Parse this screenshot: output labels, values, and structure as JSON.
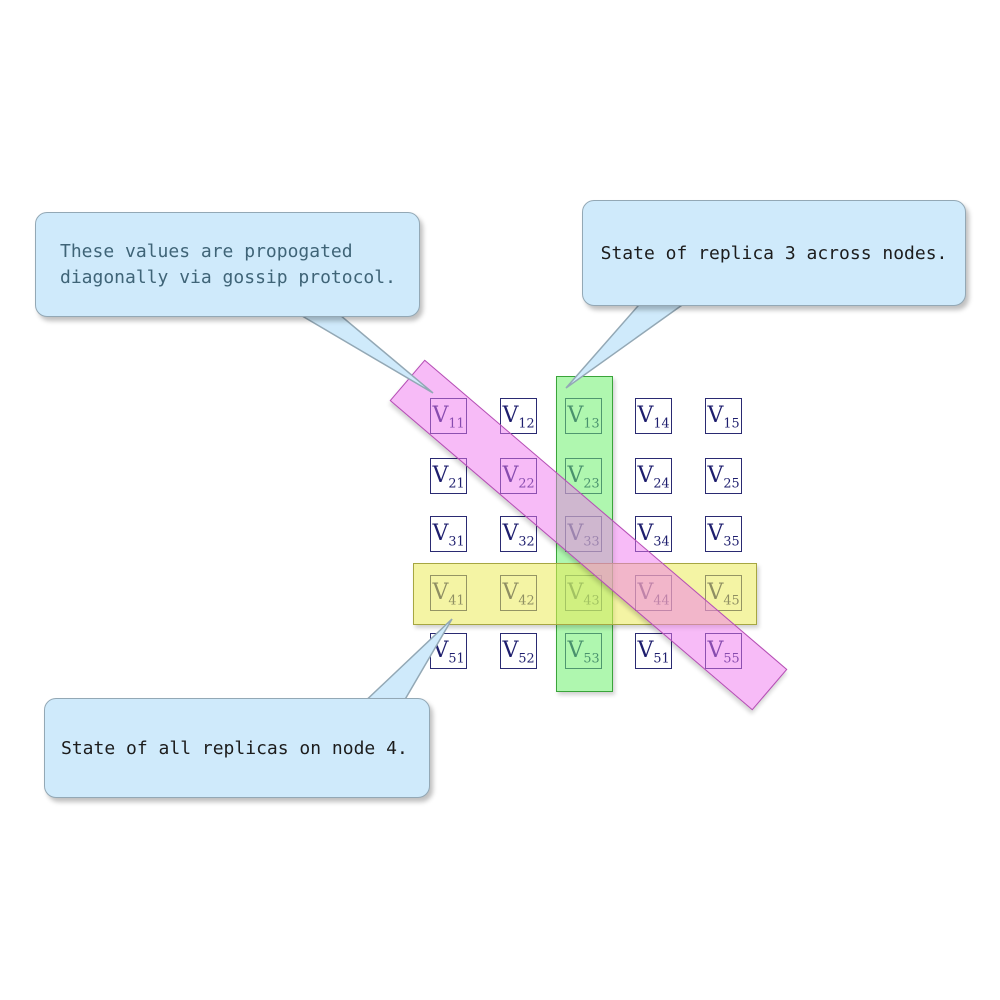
{
  "matrix": {
    "base": "V",
    "rows": 5,
    "cols": 5,
    "subscripts": [
      "11",
      "12",
      "13",
      "14",
      "15",
      "21",
      "22",
      "23",
      "24",
      "25",
      "31",
      "32",
      "33",
      "34",
      "35",
      "41",
      "42",
      "43",
      "44",
      "45",
      "51",
      "52",
      "53",
      "51",
      "55"
    ]
  },
  "callouts": {
    "gossip": {
      "lines": [
        "These values are propogated",
        "diagonally via gossip protocol."
      ]
    },
    "replica3": {
      "text": "State of replica 3 across nodes."
    },
    "node4": {
      "text": "State of all replicas on node 4."
    }
  },
  "highlights": {
    "replica-column": {
      "color": "#90EE90"
    },
    "node-row": {
      "color": "#E8E868"
    },
    "gossip-diagonal": {
      "color": "#EE82EE"
    }
  },
  "colors": {
    "callout-fill": "#cfeafb",
    "callout-border": "#93a8b5",
    "callout-text": "#3f6477",
    "annotation-text": "#1c1c1c",
    "cell-border": "#2a2a72",
    "cell-text": "#1e1e6e",
    "green-fill": "rgba(110,240,110,0.55)",
    "green-border": "#3aa43a",
    "yellow-fill": "rgba(235,235,90,0.55)",
    "yellow-border": "#a6a642",
    "magenta-fill": "rgba(240,120,240,0.5)",
    "magenta-border": "#b44eb4"
  }
}
